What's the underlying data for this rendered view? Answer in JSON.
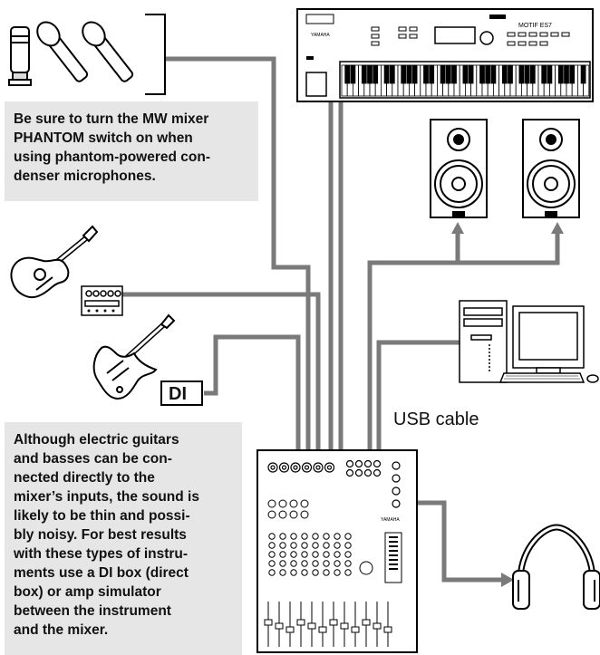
{
  "notes": {
    "phantom": "Be sure to turn the MW mixer\nPHANTOM switch on when\nusing phantom-powered con-\ndenser microphones.",
    "guitar": "Although electric guitars\nand basses can be con-\nnected directly to the\nmixer’s inputs, the sound is\nlikely to be thin and possi-\nbly noisy. For best results\nwith these types of instru-\nments use a DI box (direct\nbox) or amp simulator\nbetween the instrument\nand the mixer."
  },
  "labels": {
    "usb_cable": "USB cable",
    "di_box": "DI"
  },
  "device_text": {
    "synth_model": "MOTIF ES7",
    "synth_brand": "YAMAHA",
    "mixer_brand": "YAMAHA"
  },
  "colors": {
    "cable": "#7a7a7a",
    "note_background": "#e6e6e6",
    "device_outline": "#000000"
  }
}
